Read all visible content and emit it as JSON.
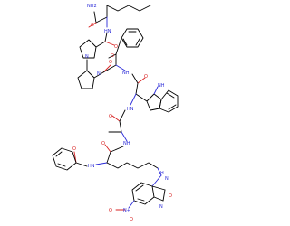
{
  "diagram": {
    "type": "chemical-structure",
    "colors": {
      "bond": "#000000",
      "nitrogen": "#2a2ad8",
      "oxygen": "#d82020",
      "background": "#ffffff"
    },
    "labels": {
      "top_amide_nh2": "NH2",
      "top_amide_o": "O",
      "nh_norleucine": "HN",
      "o_pro1": "O",
      "n_pro1": "N",
      "o_pro2": "O",
      "n_pro2": "N",
      "o_phe": "O",
      "nh_phe": "NH",
      "o_trp": "O",
      "nh_trp_indole": "NH",
      "nh_trp": "HN",
      "o_ala": "O",
      "nh_ala": "NH",
      "o_lys": "O",
      "nh_lys": "HN",
      "o_benzoyl": "O",
      "nh_nbd": "H",
      "n_nbd": "N",
      "o_ring": "O",
      "n_ring": "N",
      "no2_o1": "O",
      "no2_n": "N+",
      "no2_o2": "O"
    }
  }
}
